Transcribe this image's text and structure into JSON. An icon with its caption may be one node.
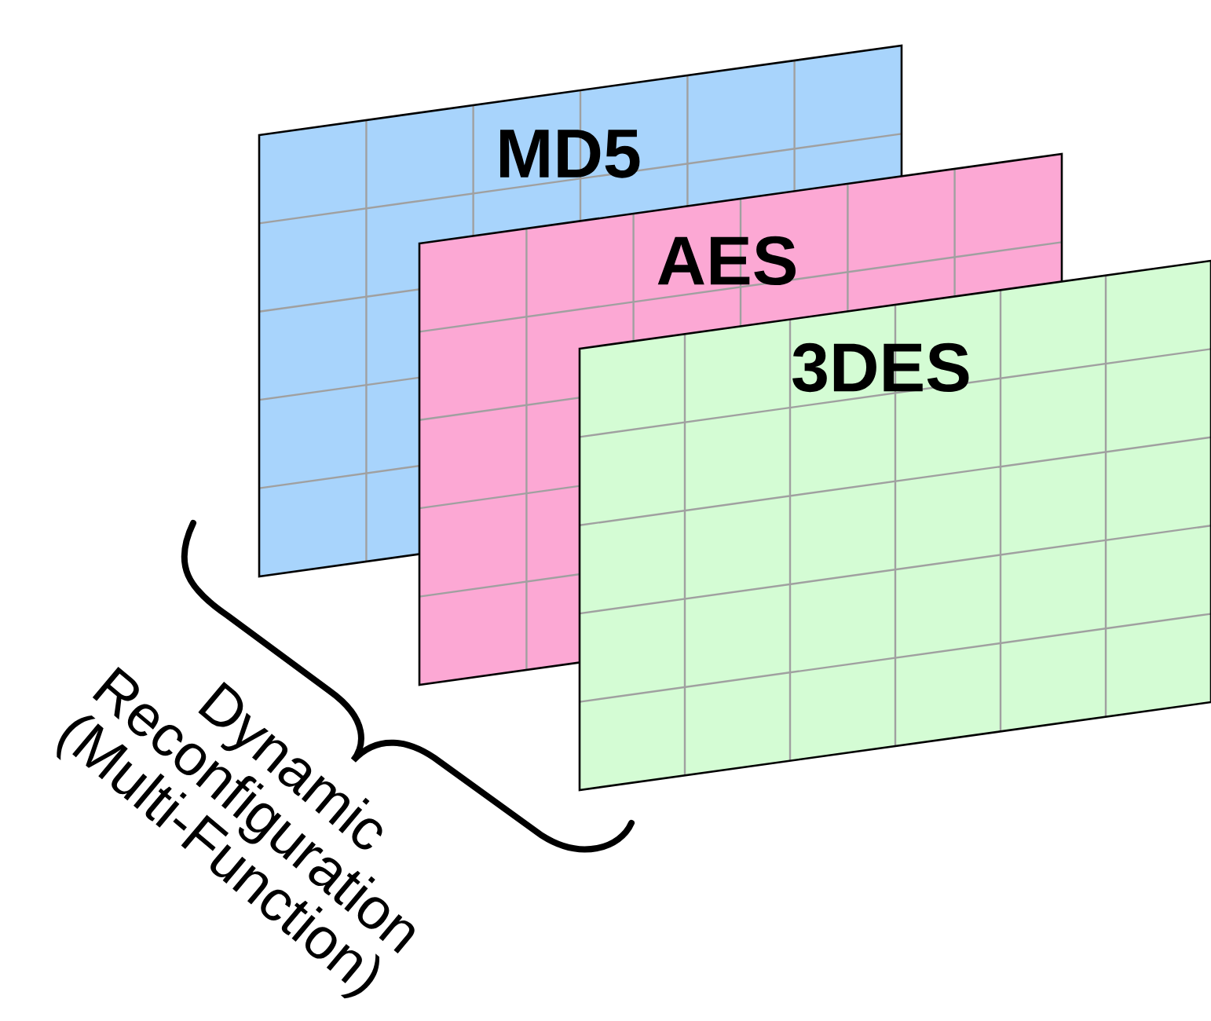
{
  "diagram": {
    "nodes": [
      {
        "text": [
          "MD5"
        ]
      },
      {
        "text": [
          "AES"
        ]
      },
      {
        "text": [
          "3DES"
        ]
      }
    ],
    "labels": [
      "Dynamic Reconfiguration (Multi-Function)"
    ]
  }
}
